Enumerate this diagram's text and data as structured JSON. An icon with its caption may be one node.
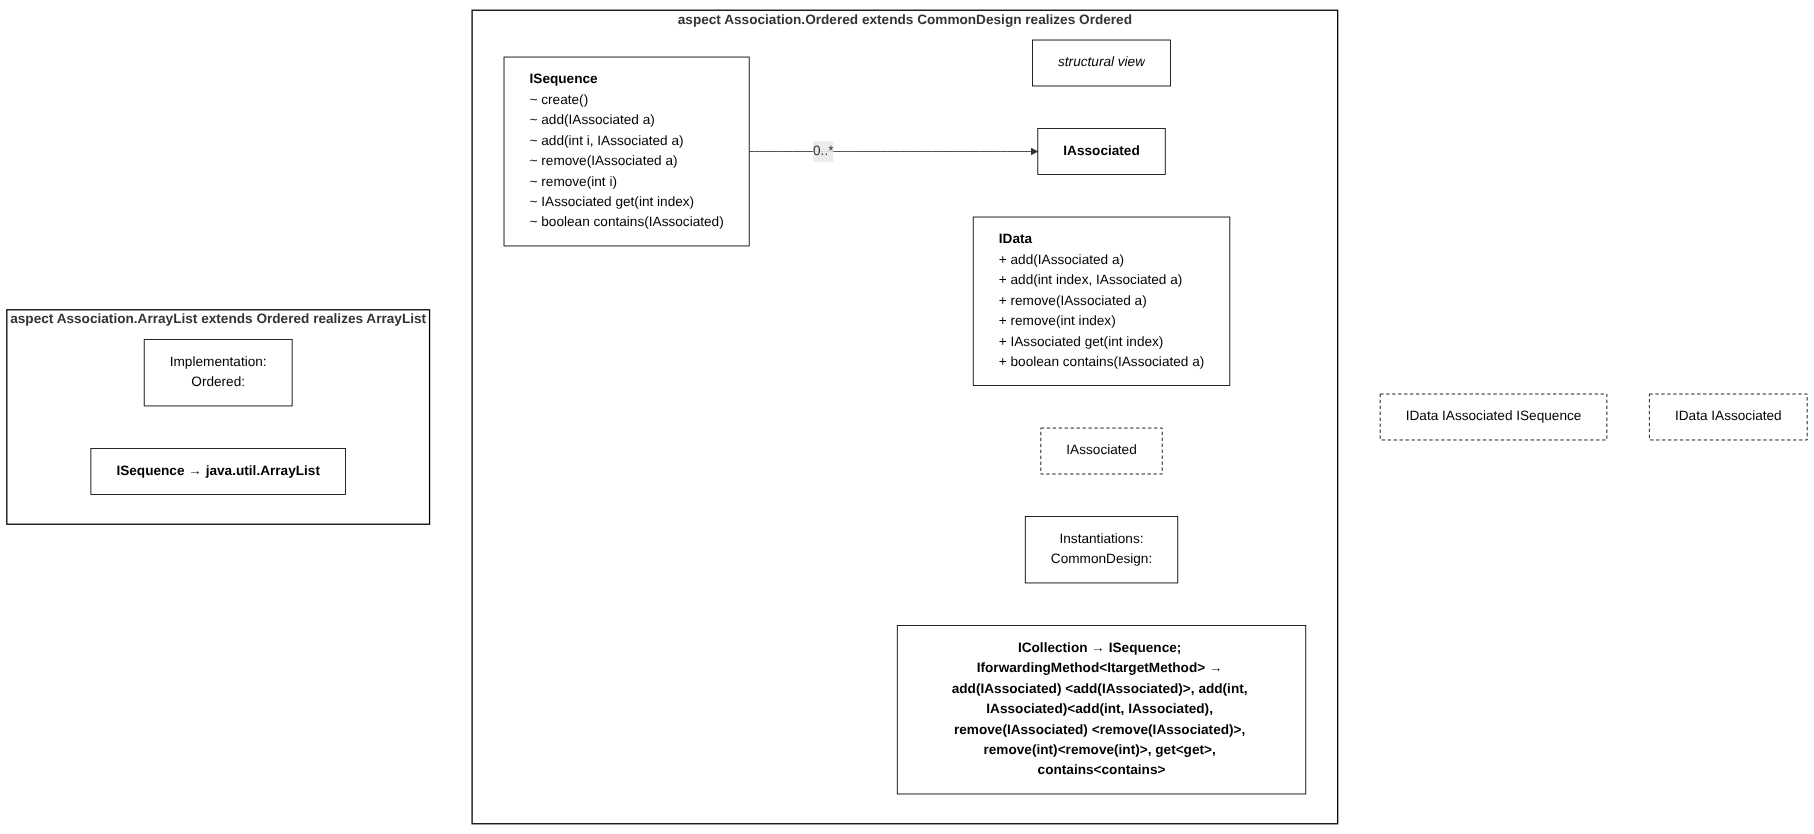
{
  "diagram": {
    "nodes": [
      {
        "text": [
          "aspect Association.Ordered extends CommonDesign realizes Ordered"
        ]
      },
      {
        "text": [
          "IData IAssociated ISequence"
        ]
      },
      {
        "text": [
          "structural view"
        ],
        "in": 0
      },
      {
        "text": [
          "IData",
          "+ add(IAssociated a)",
          "+ add(int index, IAssociated a)",
          "+ remove(IAssociated a)",
          "+ remove(int index)",
          "+ IAssociated get(int index)",
          "+ boolean contains(IAssociated a)"
        ],
        "in": 0
      },
      {
        "text": [
          "ISequence",
          "~ create()",
          "~ add(IAssociated a)",
          "~ add(int i, IAssociated a)",
          "~ remove(IAssociated a)",
          "~ remove(int i)",
          "~ IAssociated get(int index)",
          "~ boolean contains(IAssociated)"
        ],
        "in": 0
      },
      {
        "text": [
          "IAssociated"
        ],
        "in": 0
      },
      {
        "text": [
          "IAssociated"
        ],
        "in": 0
      },
      {
        "text": [
          "Instantiations:",
          "CommonDesign:"
        ],
        "in": 0
      },
      {
        "text": [
          "ICollection → ISequence; IforwardingMethod<ItargetMethod> → add(IAssociated) <add(IAssociated)>, add(int, IAssociated)<add(int, IAssociated), remove(IAssociated) <remove(IAssociated)>, remove(int)<remove(int)>, get<get>, contains<contains>"
        ],
        "in": 0
      },
      {
        "text": [
          "aspect Association.ArrayList extends Ordered realizes ArrayList"
        ]
      },
      {
        "text": [
          "IData IAssociated"
        ]
      },
      {
        "text": [
          "Implementation:",
          "Ordered:"
        ],
        "in": 9
      },
      {
        "text": [
          "ISequence → java.util.ArrayList"
        ],
        "in": 9
      }
    ],
    "edges": [
      {
        "from": 4,
        "to": 6,
        "arrow": "to",
        "label": "0..*"
      }
    ]
  }
}
